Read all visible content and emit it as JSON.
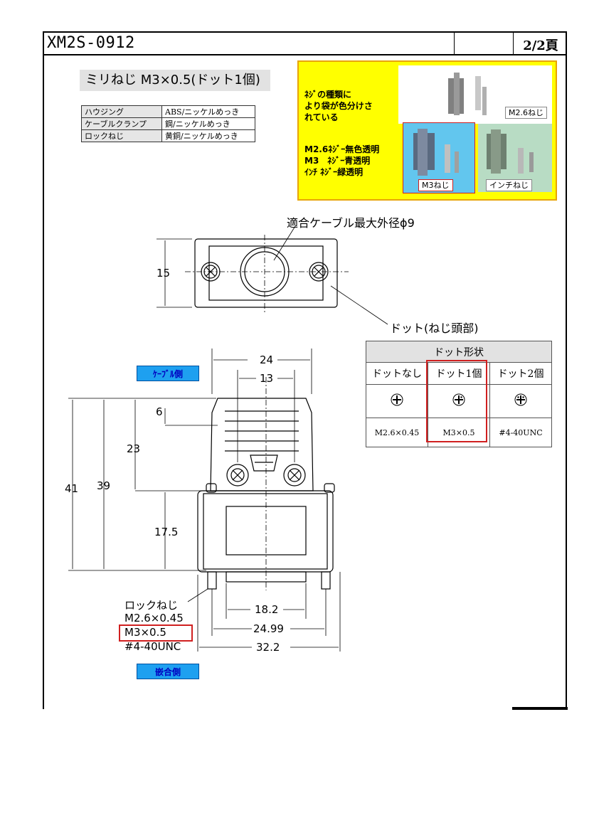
{
  "header": {
    "doc_id": "XM2S-0912",
    "page": "2/2頁"
  },
  "title": "ミリねじ M3×0.5(ドット1個)",
  "materials": [
    {
      "part": "ハウジング",
      "material": "ABS/ニッケルめっき"
    },
    {
      "part": "ケーブルクランプ",
      "material": "鋼/ニッケルめっき"
    },
    {
      "part": "ロックねじ",
      "material": "黄銅/ニッケルめっき"
    }
  ],
  "note": {
    "lines": [
      "ﾈｼﾞの種類に",
      "より袋が色分けさ",
      "れている"
    ],
    "colors": [
      "M2.6ﾈｼﾞｰ無色透明",
      "M3　ﾈｼﾞｰ青透明",
      "ｲﾝﾁ ﾈｼﾞｰ緑透明"
    ]
  },
  "photos": {
    "m26": "M2.6ねじ",
    "m3": "M3ねじ",
    "inch": "インチねじ"
  },
  "top_view": {
    "cable_label": "適合ケーブル最大外径ϕ9",
    "height": "15",
    "dot_label": "ドット(ねじ頭部)"
  },
  "tags": {
    "cable_side": "ｹｰﾌﾞﾙ側",
    "mating_side": "嵌合側"
  },
  "dot_table": {
    "title": "ドット形状",
    "columns": [
      "ドットなし",
      "ドット1個",
      "ドット2個"
    ],
    "sizes": [
      "M2.6×0.45",
      "M3×0.5",
      "#4-40UNC"
    ]
  },
  "dims": {
    "w24": "24",
    "w13": "13",
    "h6": "6",
    "h23": "23",
    "h41": "41",
    "h39": "39",
    "h17_5": "17.5",
    "w18_2": "18.2",
    "w24_99": "24.99",
    "w32_2": "32.2"
  },
  "lock_screw": {
    "label": "ロックねじ",
    "options": [
      "M2.6×0.45",
      "M3×0.5",
      "#4-40UNC"
    ]
  },
  "colors": {
    "highlight": "#d02020",
    "yellow": "#ffff00",
    "tag_blue": "#1ea0f0"
  }
}
